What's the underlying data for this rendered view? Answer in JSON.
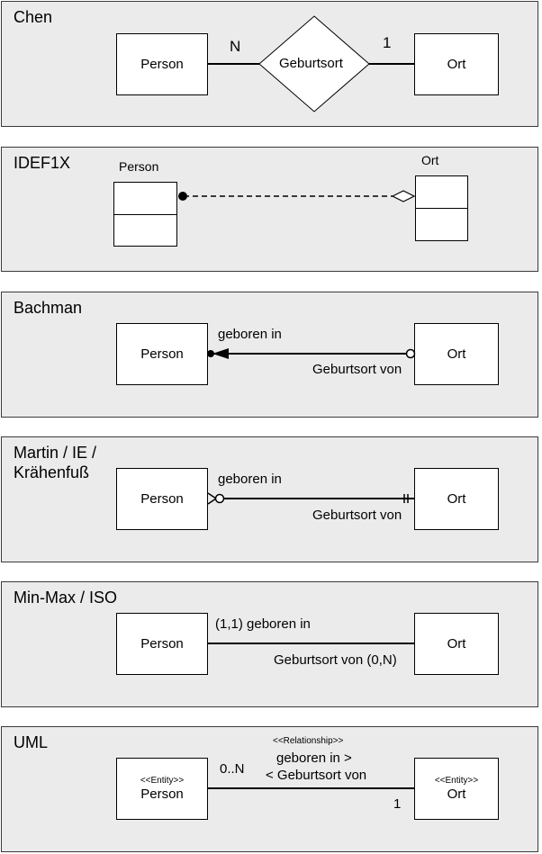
{
  "chen": {
    "title": "Chen",
    "entity_left": "Person",
    "entity_right": "Ort",
    "relationship": "Geburtsort",
    "card_left": "N",
    "card_right": "1"
  },
  "idef1x": {
    "title": "IDEF1X",
    "entity_left": "Person",
    "entity_right": "Ort"
  },
  "bachman": {
    "title": "Bachman",
    "entity_left": "Person",
    "entity_right": "Ort",
    "label_forward": "geboren in",
    "label_backward": "Geburtsort von"
  },
  "martin": {
    "title": "Martin / IE /\nKrähenfuß",
    "entity_left": "Person",
    "entity_right": "Ort",
    "label_forward": "geboren in",
    "label_backward": "Geburtsort von"
  },
  "minmax": {
    "title": "Min-Max / ISO",
    "entity_left": "Person",
    "entity_right": "Ort",
    "label_forward": "(1,1) geboren in",
    "label_backward": "Geburtsort von (0,N)"
  },
  "uml": {
    "title": "UML",
    "entity_stereotype": "<<Entity>>",
    "entity_left": "Person",
    "entity_right": "Ort",
    "relationship_stereotype": "<<Relationship>>",
    "label_forward": "geboren in >",
    "label_backward": "< Geburtsort von",
    "mult_left": "0..N",
    "mult_right": "1"
  }
}
